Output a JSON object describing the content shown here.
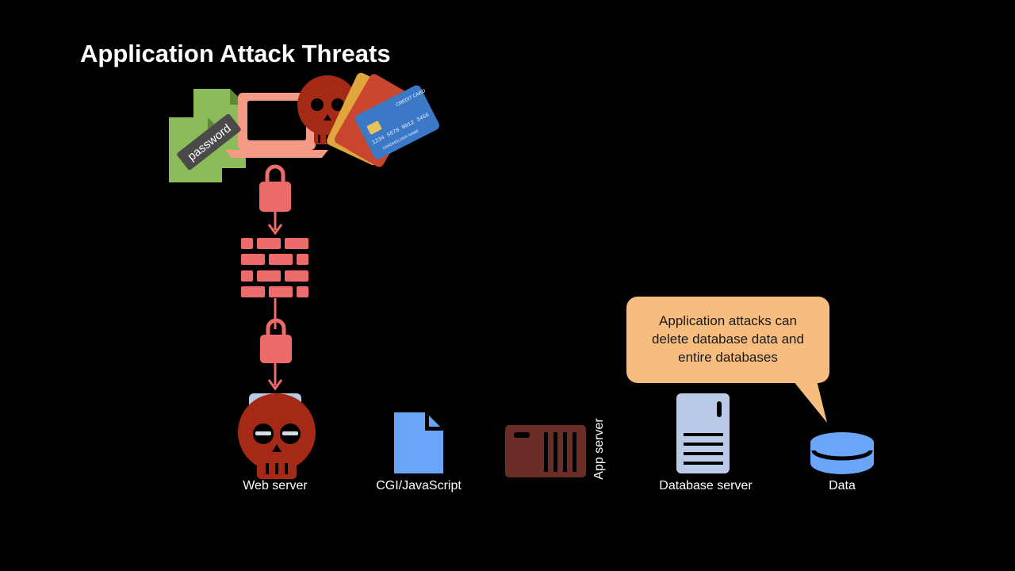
{
  "title": "Application Attack Threats",
  "password_tag": "password",
  "card_text": "CREDIT CARD",
  "card_number": "1234 5678 9012 3456",
  "card_holder": "CARDHOLDER NAME",
  "callout": {
    "lines": [
      "Application attacks can",
      "delete database data and",
      "entire databases"
    ]
  },
  "nodes": {
    "web_server": "Web server",
    "cgi": "CGI/JavaScript",
    "app_server": "App server",
    "database_server": "Database server",
    "data": "Data"
  },
  "colors": {
    "background": "#000000",
    "threat_red": "#ee6b6b",
    "skull_red": "#a52a16",
    "laptop_salmon": "#f59a86",
    "doc_green": "#8cbc5a",
    "callout_orange": "#f7bd7e",
    "doc_blue": "#6aa6f8",
    "server_gray": "#b9cbe6",
    "app_server_brown": "#6a2e26"
  }
}
